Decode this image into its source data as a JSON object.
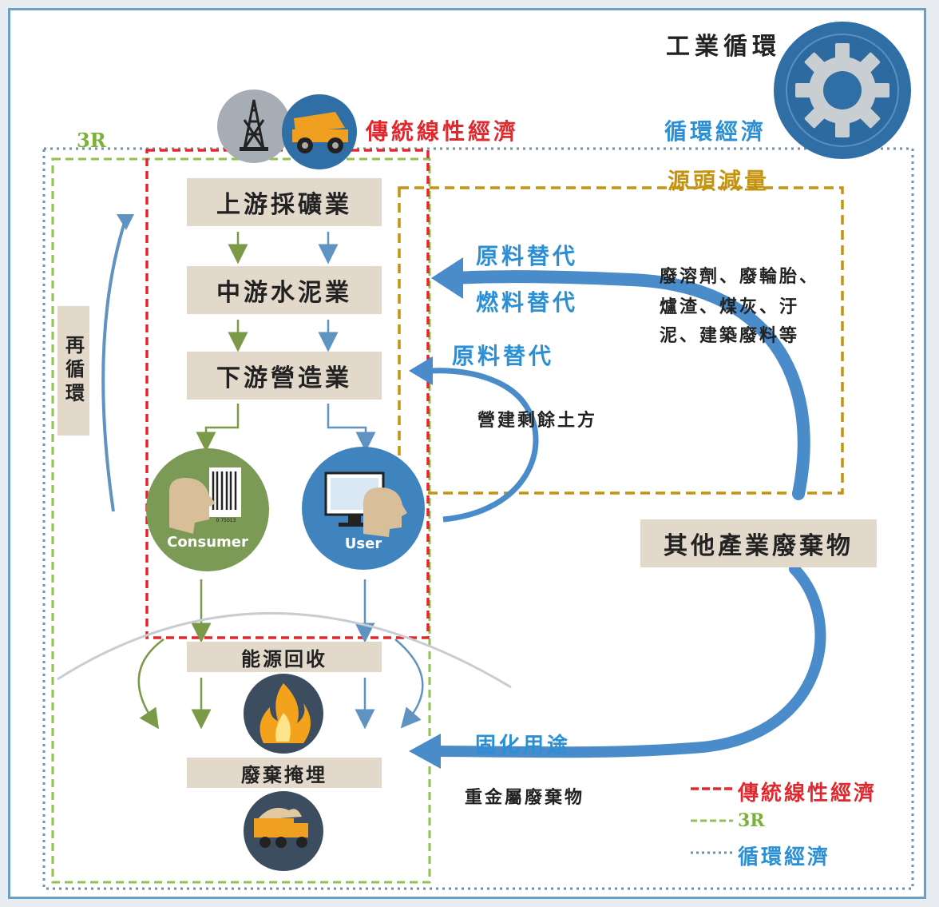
{
  "title": {
    "industrial_cycle": "工業循環",
    "traditional_linear": "傳統線性經濟",
    "circular_economy": "循環經濟",
    "source_reduction": "源頭減量",
    "three_r": "3R"
  },
  "industry_chain": {
    "upstream": "上游採礦業",
    "midstream": "中游水泥業",
    "downstream": "下游營造業",
    "energy_recovery": "能源回收",
    "landfill": "廢棄掩埋",
    "recycle": "再循環"
  },
  "icons": {
    "consumer_caption": "Consumer",
    "user_caption": "User",
    "barcode_text": "0 75013"
  },
  "flows": {
    "raw_material_sub_1": "原料替代",
    "fuel_sub": "燃料替代",
    "raw_material_sub_2": "原料替代",
    "solidify_use": "固化用途",
    "wastes_line1": "廢溶劑、廢輪胎、",
    "wastes_line2": "爐渣、煤灰、汙",
    "wastes_line3": "泥、建築廢料等",
    "surplus_soil": "營建剩餘土方",
    "other_industry_waste": "其他產業廢棄物",
    "heavy_metal_waste": "重金屬廢棄物"
  },
  "legend": [
    {
      "label": "傳統線性經濟",
      "color": "#e0282e"
    },
    {
      "label": "3R",
      "color": "#7ab13a"
    },
    {
      "label": "循環經濟",
      "color": "#2b8fd6"
    }
  ],
  "colors": {
    "frame": "#6b9fc7",
    "box_fill": "#e2d9cb",
    "gear_circle": "#2f6fa6",
    "arrow_blue": "#4a8cc9",
    "arrow_green": "#7b9a48",
    "source_reduction_border": "#c49410"
  }
}
